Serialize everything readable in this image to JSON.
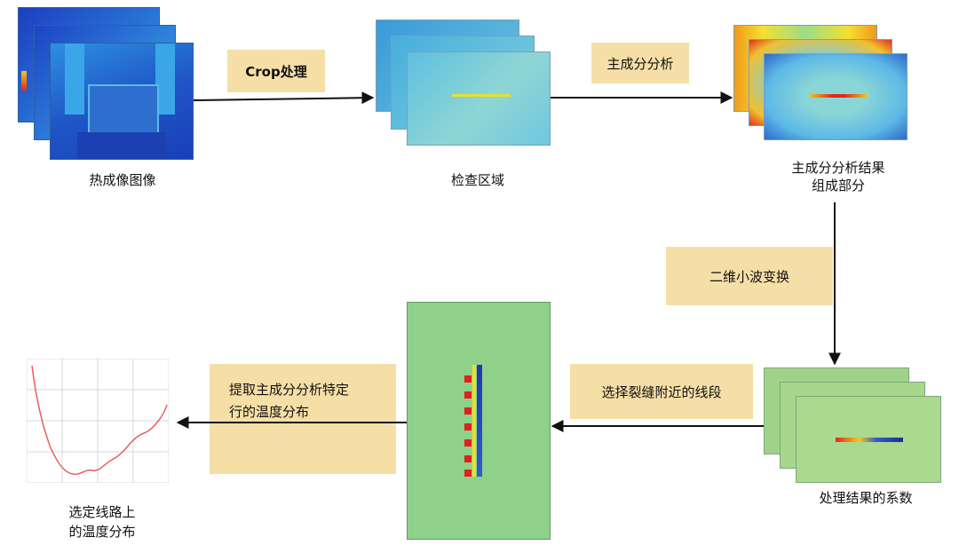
{
  "nodes": {
    "thermal": {
      "label": "热成像图像"
    },
    "roi": {
      "label": "检查区域"
    },
    "pca_components": {
      "label_line1": "主成分分析结果",
      "label_line2": "组成部分"
    },
    "coefficients": {
      "label": "处理结果的系数"
    },
    "profile": {
      "label_line1": "选定线路上",
      "label_line2": "的温度分布"
    }
  },
  "steps": {
    "crop": "Crop处理",
    "pca": "主成分分析",
    "wavelet": "二维小波变换",
    "select": "选择裂缝附近的线段",
    "extract_line1": "提取主成分分析特定",
    "extract_line2": "行的温度分布"
  },
  "colors": {
    "step_box": "#f6dfa6",
    "arrow": "#111111",
    "profile_line": "#e86060"
  }
}
